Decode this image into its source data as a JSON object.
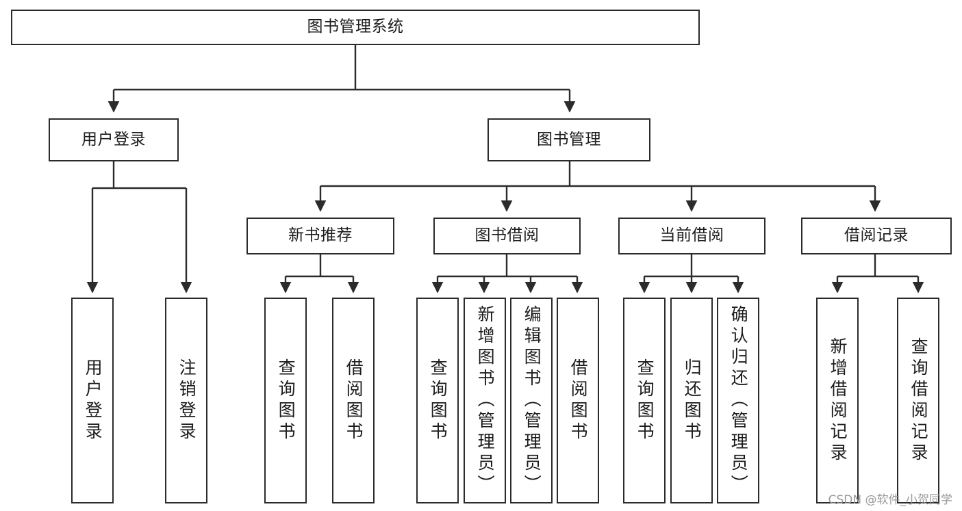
{
  "diagram": {
    "title": "图书管理系统",
    "type": "tree-hierarchy-chart",
    "root": {
      "id": "root",
      "label": "图书管理系统"
    },
    "level1": [
      {
        "id": "user-login",
        "label": "用户登录"
      },
      {
        "id": "book-management",
        "label": "图书管理"
      }
    ],
    "level2": [
      {
        "id": "new-book-recommend",
        "label": "新书推荐",
        "parent": "book-management"
      },
      {
        "id": "book-borrow",
        "label": "图书借阅",
        "parent": "book-management"
      },
      {
        "id": "current-borrow",
        "label": "当前借阅",
        "parent": "book-management"
      },
      {
        "id": "borrow-record",
        "label": "借阅记录",
        "parent": "book-management"
      }
    ],
    "leaves": [
      {
        "id": "leaf-user-login",
        "label": "用户登录",
        "parent": "user-login"
      },
      {
        "id": "leaf-logout-login",
        "label": "注销登录",
        "parent": "user-login"
      },
      {
        "id": "leaf-query-book-1",
        "label": "查询图书",
        "parent": "new-book-recommend"
      },
      {
        "id": "leaf-borrow-book-1",
        "label": "借阅图书",
        "parent": "new-book-recommend"
      },
      {
        "id": "leaf-query-book-2",
        "label": "查询图书",
        "parent": "book-borrow"
      },
      {
        "id": "leaf-add-book",
        "label": "新增图书（管理员）",
        "parent": "book-borrow"
      },
      {
        "id": "leaf-edit-book",
        "label": "编辑图书（管理员）",
        "parent": "book-borrow"
      },
      {
        "id": "leaf-borrow-book-2",
        "label": "借阅图书",
        "parent": "book-borrow"
      },
      {
        "id": "leaf-query-book-3",
        "label": "查询图书",
        "parent": "current-borrow"
      },
      {
        "id": "leaf-return-book",
        "label": "归还图书",
        "parent": "current-borrow"
      },
      {
        "id": "leaf-confirm-return",
        "label": "确认归还（管理员）",
        "parent": "current-borrow"
      },
      {
        "id": "leaf-add-record",
        "label": "新增借阅记录",
        "parent": "borrow-record"
      },
      {
        "id": "leaf-query-record",
        "label": "查询借阅记录",
        "parent": "borrow-record"
      }
    ],
    "colors": {
      "border": "#2b2b2b",
      "background": "#ffffff",
      "text": "#1c1c1c",
      "connector": "#2b2b2b",
      "watermark": "#9a9a9a"
    }
  },
  "watermark": {
    "text": "CSDN @软件_小贺同学"
  }
}
